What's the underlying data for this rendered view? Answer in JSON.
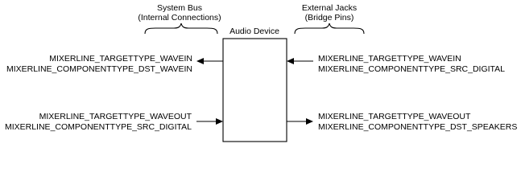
{
  "headers": {
    "system_bus_title": "System Bus",
    "system_bus_subtitle": "(Internal Connections)",
    "external_jacks_title": "External Jacks",
    "external_jacks_subtitle": "(Bridge Pins)"
  },
  "device": {
    "label": "Audio Device"
  },
  "left": {
    "top": {
      "line1": "MIXERLINE_TARGETTYPE_WAVEIN",
      "line2": "MIXERLINE_COMPONENTTYPE_DST_WAVEIN"
    },
    "bottom": {
      "line1": "MIXERLINE_TARGETTYPE_WAVEOUT",
      "line2": "MIXERLINE_COMPONENTTYPE_SRC_DIGITAL"
    }
  },
  "right": {
    "top": {
      "line1": "MIXERLINE_TARGETTYPE_WAVEIN",
      "line2": "MIXERLINE_COMPONENTTYPE_SRC_DIGITAL"
    },
    "bottom": {
      "line1": "MIXERLINE_TARGETTYPE_WAVEOUT",
      "line2": "MIXERLINE_COMPONENTTYPE_DST_SPEAKERS"
    }
  }
}
